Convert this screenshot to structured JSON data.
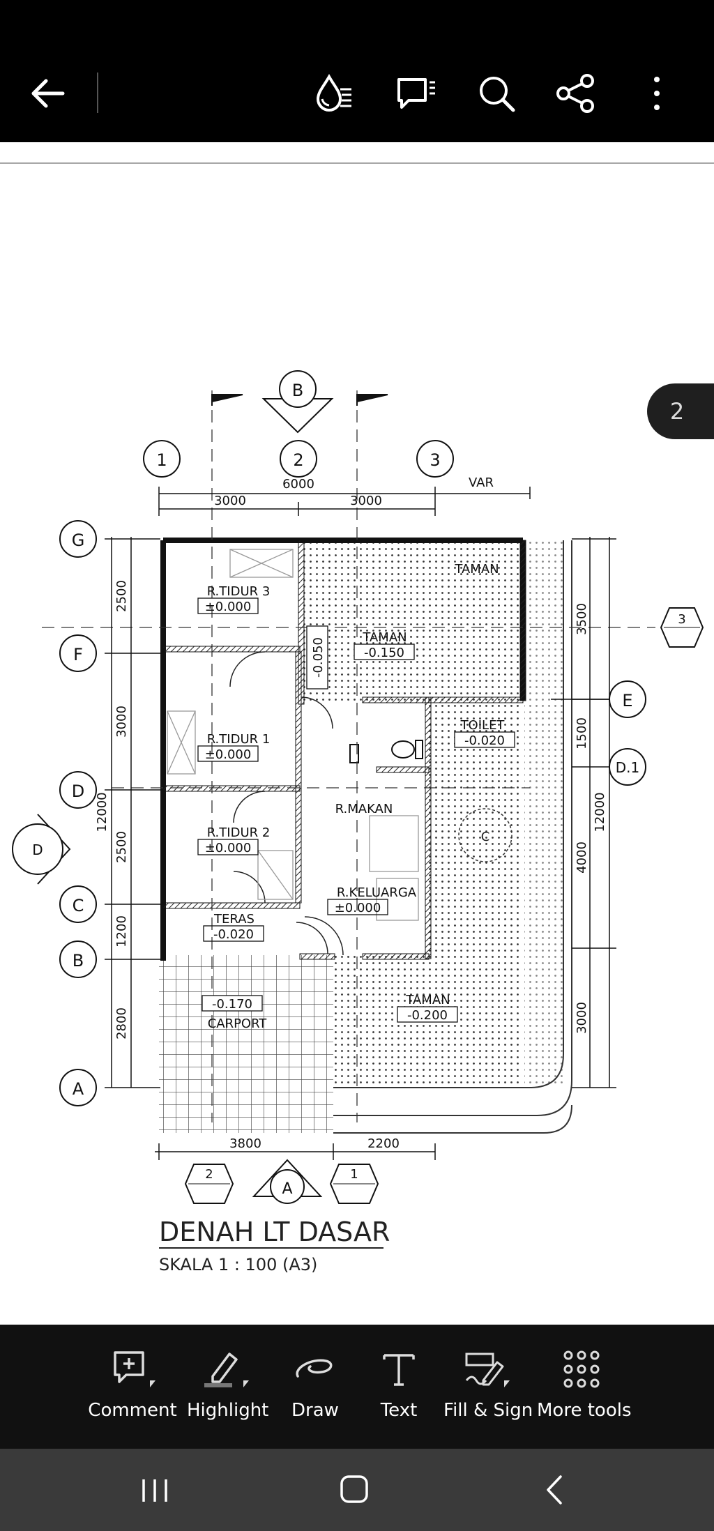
{
  "page_indicator": "2",
  "toolbar": {
    "back": "back",
    "icons": [
      "liquid-mode-icon",
      "comments-list-icon",
      "search-icon",
      "share-icon",
      "more-options-icon"
    ]
  },
  "drawing": {
    "title": "DENAH LT DASAR",
    "scale": "SKALA  1 : 100 (A3)",
    "rooms": [
      {
        "name": "R.TIDUR 3",
        "level": "±0.000"
      },
      {
        "name": "R.TIDUR 1",
        "level": "±0.000"
      },
      {
        "name": "R.TIDUR 2",
        "level": "±0.000"
      },
      {
        "name": "TERAS",
        "level": "-0.020"
      },
      {
        "name": "R.MAKAN"
      },
      {
        "name": "R.KELUARGA",
        "level": "±0.000"
      },
      {
        "name": "TOILET",
        "level": "-0.020"
      },
      {
        "name": "TAMAN"
      },
      {
        "name": "TAMAN",
        "level": "-0.150"
      },
      {
        "name": "TAMAN",
        "level": "-0.200"
      },
      {
        "name": "CARPORT",
        "level": "-0.170"
      }
    ],
    "corridor_level": "-0.050",
    "grid_columns": [
      "1",
      "2",
      "3"
    ],
    "grid_rows": [
      "G",
      "F",
      "E",
      "D.1",
      "D",
      "C",
      "B",
      "A"
    ],
    "section_markers": [
      "B",
      "D",
      "A",
      "2",
      "1",
      "3",
      "C"
    ],
    "dims_top": [
      "6000",
      "VAR",
      "3000",
      "3000"
    ],
    "dims_left": [
      "2500",
      "3000",
      "2500",
      "1200",
      "2800",
      "12000"
    ],
    "dims_right": [
      "3500",
      "1500",
      "4000",
      "3000",
      "12000"
    ],
    "dims_bottom": [
      "3800",
      "2200"
    ]
  },
  "tools": [
    {
      "label": "Comment",
      "icon": "comment-add-icon"
    },
    {
      "label": "Highlight",
      "icon": "highlight-pen-icon"
    },
    {
      "label": "Draw",
      "icon": "draw-icon"
    },
    {
      "label": "Text",
      "icon": "text-icon"
    },
    {
      "label": "Fill & Sign",
      "icon": "fill-sign-icon"
    },
    {
      "label": "More tools",
      "icon": "more-tools-grid-icon"
    }
  ],
  "nav": [
    "recent-apps-icon",
    "home-icon",
    "back-nav-icon"
  ]
}
